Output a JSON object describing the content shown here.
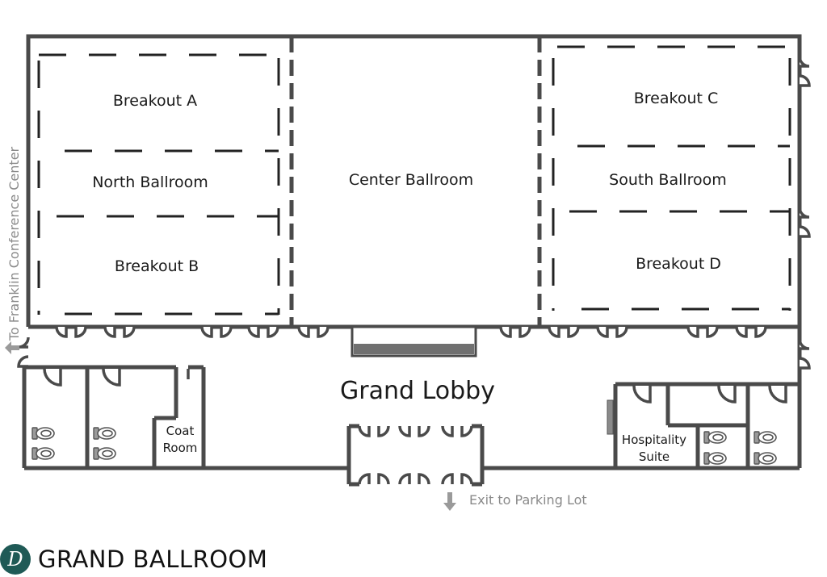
{
  "rooms": {
    "breakout_a": "Breakout A",
    "north_ballroom": "North Ballroom",
    "breakout_b": "Breakout B",
    "center_ballroom": "Center Ballroom",
    "breakout_c": "Breakout C",
    "south_ballroom": "South Ballroom",
    "breakout_d": "Breakout D",
    "grand_lobby": "Grand Lobby",
    "coat_room_line1": "Coat",
    "coat_room_line2": "Room",
    "hospitality_line1": "Hospitality",
    "hospitality_line2": "Suite"
  },
  "directions": {
    "side_exit": "To Franklin Conference Center",
    "bottom_exit": "Exit to Parking Lot"
  },
  "brand": {
    "title": "GRAND BALLROOM",
    "monogram": "D",
    "accent_color": "#1f5a56"
  },
  "icons": {
    "restroom_fixture": "toilet-icon",
    "direction_arrow": "arrow-icon"
  }
}
